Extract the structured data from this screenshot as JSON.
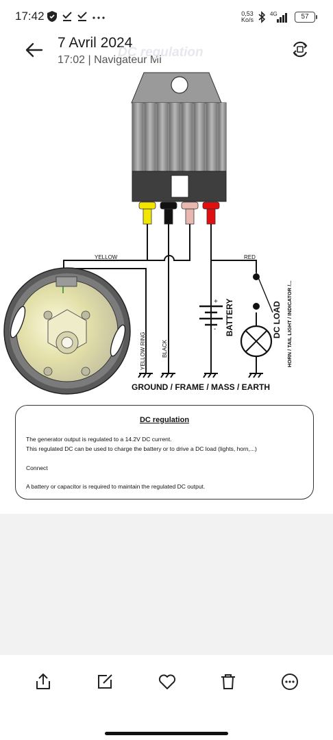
{
  "status_bar": {
    "time": "17:42",
    "net_speed_value": "0,53",
    "net_speed_unit": "Ko/s",
    "network_type": "4G",
    "battery": "57",
    "icons": [
      "shield-icon",
      "download-done-icon",
      "download-done-icon",
      "more-dots-icon",
      "bluetooth-icon",
      "signal-icon",
      "battery-icon"
    ]
  },
  "header": {
    "title": "7 Avril 2024",
    "subtitle": "17:02 | Navigateur Mi",
    "back_icon": "arrow-left-icon",
    "rotate_icon": "rotate-icon"
  },
  "diagram": {
    "ghost_title": "DC regulation",
    "wire_labels": {
      "yellow": "YELLOW",
      "red": "RED",
      "yellow_ring": "YELLOW RING",
      "black": "BLACK",
      "battery": "BATTERY",
      "dc_load": "DC LOAD",
      "load_examples": "HORN / TAIL LIGHT / INDICATOR /...",
      "ground": "GROUND / FRAME / MASS / EARTH",
      "plus": "+",
      "minus": "-"
    },
    "connector_colors": [
      "#f2e600",
      "#111111",
      "#e8b7b0",
      "#e01010"
    ]
  },
  "regulation_box": {
    "title": "DC regulation",
    "line1": "The generator output is regulated to a 14.2V DC current.",
    "line2": "This regulated DC can be used to charge the battery or to drive a DC load (lights, horn,...)",
    "line3": "Connect",
    "line4": "A battery or capacitor is required to maintain the regulated DC output."
  },
  "toolbar": {
    "items": [
      {
        "icon": "share-icon"
      },
      {
        "icon": "edit-icon"
      },
      {
        "icon": "heart-icon"
      },
      {
        "icon": "delete-icon"
      },
      {
        "icon": "more-icon"
      }
    ]
  }
}
